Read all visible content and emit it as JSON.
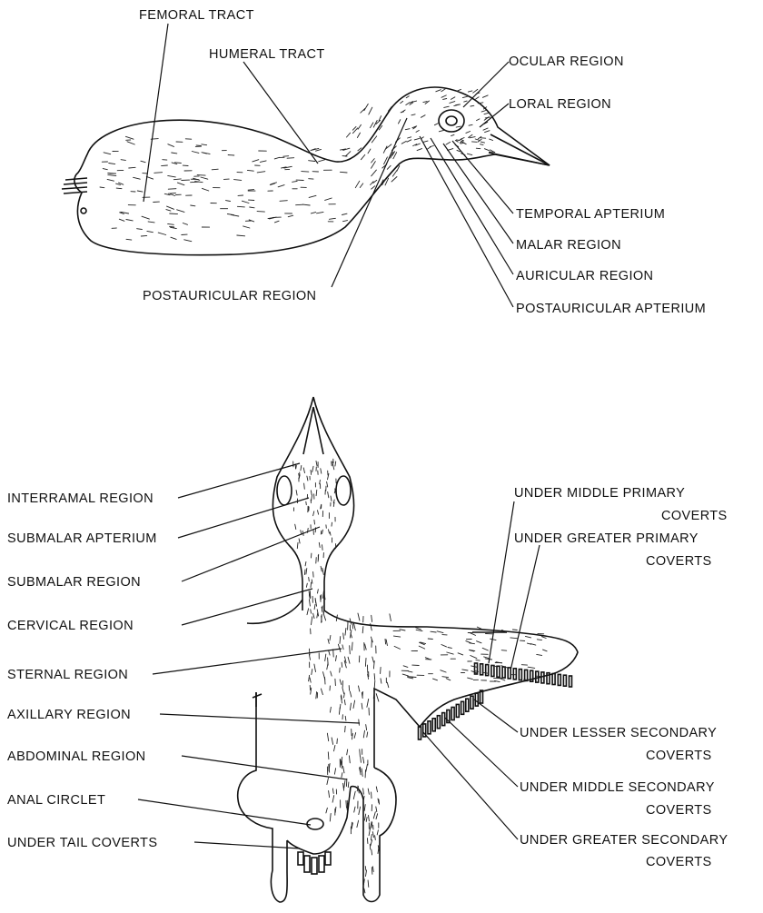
{
  "top_labels": {
    "femoral_tract": "FEMORAL TRACT",
    "humeral_tract": "HUMERAL TRACT",
    "ocular_region": "OCULAR REGION",
    "loral_region": "LORAL REGION",
    "temporal_apterium": "TEMPORAL APTERIUM",
    "malar_region": "MALAR REGION",
    "auricular_region": "AURICULAR REGION",
    "postauricular_apterium": "POSTAURICULAR APTERIUM",
    "postauricular_region": "POSTAURICULAR REGION"
  },
  "bottom_labels": {
    "interramal_region": "INTERRAMAL REGION",
    "submalar_apterium": "SUBMALAR APTERIUM",
    "submalar_region": "SUBMALAR REGION",
    "cervical_region": "CERVICAL REGION",
    "sternal_region": "STERNAL REGION",
    "axillary_region": "AXILLARY REGION",
    "abdominal_region": "ABDOMINAL REGION",
    "anal_circlet": "ANAL CIRCLET",
    "under_tail_coverts": "UNDER TAIL COVERTS",
    "under_middle_primary_coverts": [
      "UNDER MIDDLE PRIMARY",
      "COVERTS"
    ],
    "under_greater_primary_coverts": [
      "UNDER GREATER PRIMARY",
      "COVERTS"
    ],
    "under_lesser_secondary_coverts": [
      "UNDER LESSER SECONDARY",
      "COVERTS"
    ],
    "under_middle_secondary_coverts": [
      "UNDER MIDDLE SECONDARY",
      "COVERTS"
    ],
    "under_greater_secondary_coverts": [
      "UNDER GREATER SECONDARY",
      "COVERTS"
    ]
  }
}
